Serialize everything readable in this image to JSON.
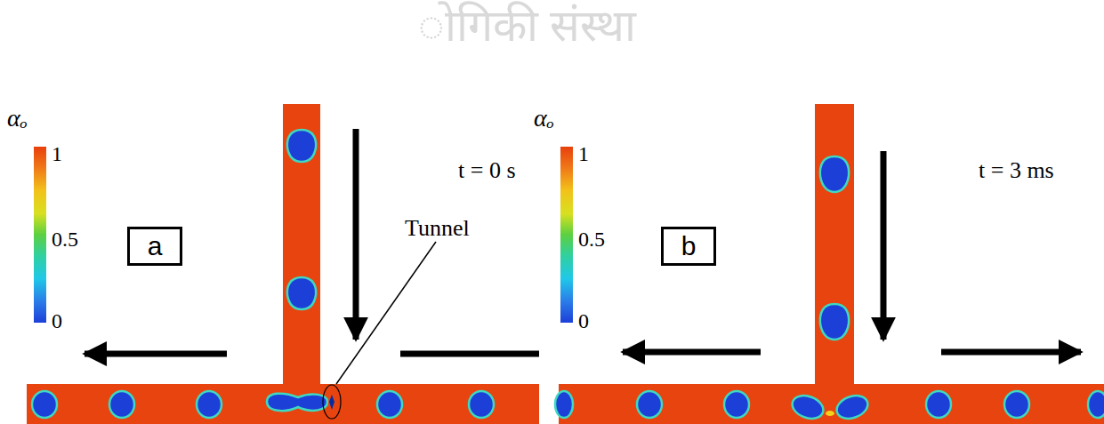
{
  "diagram": {
    "nodes": [
      {
        "text": [
          "a"
        ]
      },
      {
        "text": [
          "b"
        ]
      }
    ],
    "labels": [
      "ोगिकी संस्था",
      "αₒ",
      "1",
      "0.5",
      "0",
      "t = 0 s",
      "Tunnel",
      "αₒ",
      "1",
      "0.5",
      "0",
      "t = 3 ms"
    ]
  }
}
